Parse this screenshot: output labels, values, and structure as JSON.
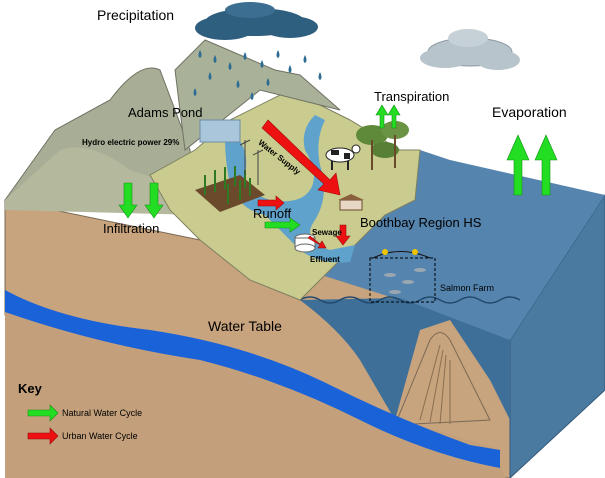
{
  "labels": {
    "precipitation": "Precipitation",
    "adams_pond": "Adams Pond",
    "hydro": "Hydro electric power 29%",
    "transpiration": "Transpiration",
    "evaporation": "Evaporation",
    "water_supply": "Water Supply",
    "infiltration": "Infiltration",
    "runoff": "Runoff",
    "boothbay": "Boothbay Region HS",
    "sewage": "Sewage",
    "effluent": "Effluent",
    "salmon_farm": "Salmon Farm",
    "water_table": "Water Table"
  },
  "key": {
    "title": "Key",
    "natural": "Natural Water Cycle",
    "urban": "Urban Water Cycle"
  },
  "colors": {
    "natural_arrow": "#22dd22",
    "urban_arrow": "#ee1111",
    "cloud_dark": "#2f5f7f",
    "cloud_light": "#b8c4cc",
    "ocean": "#3d6f99",
    "ground": "#c7a37e",
    "land_top": "#c9cc8e",
    "groundwater": "#1a62d8"
  }
}
